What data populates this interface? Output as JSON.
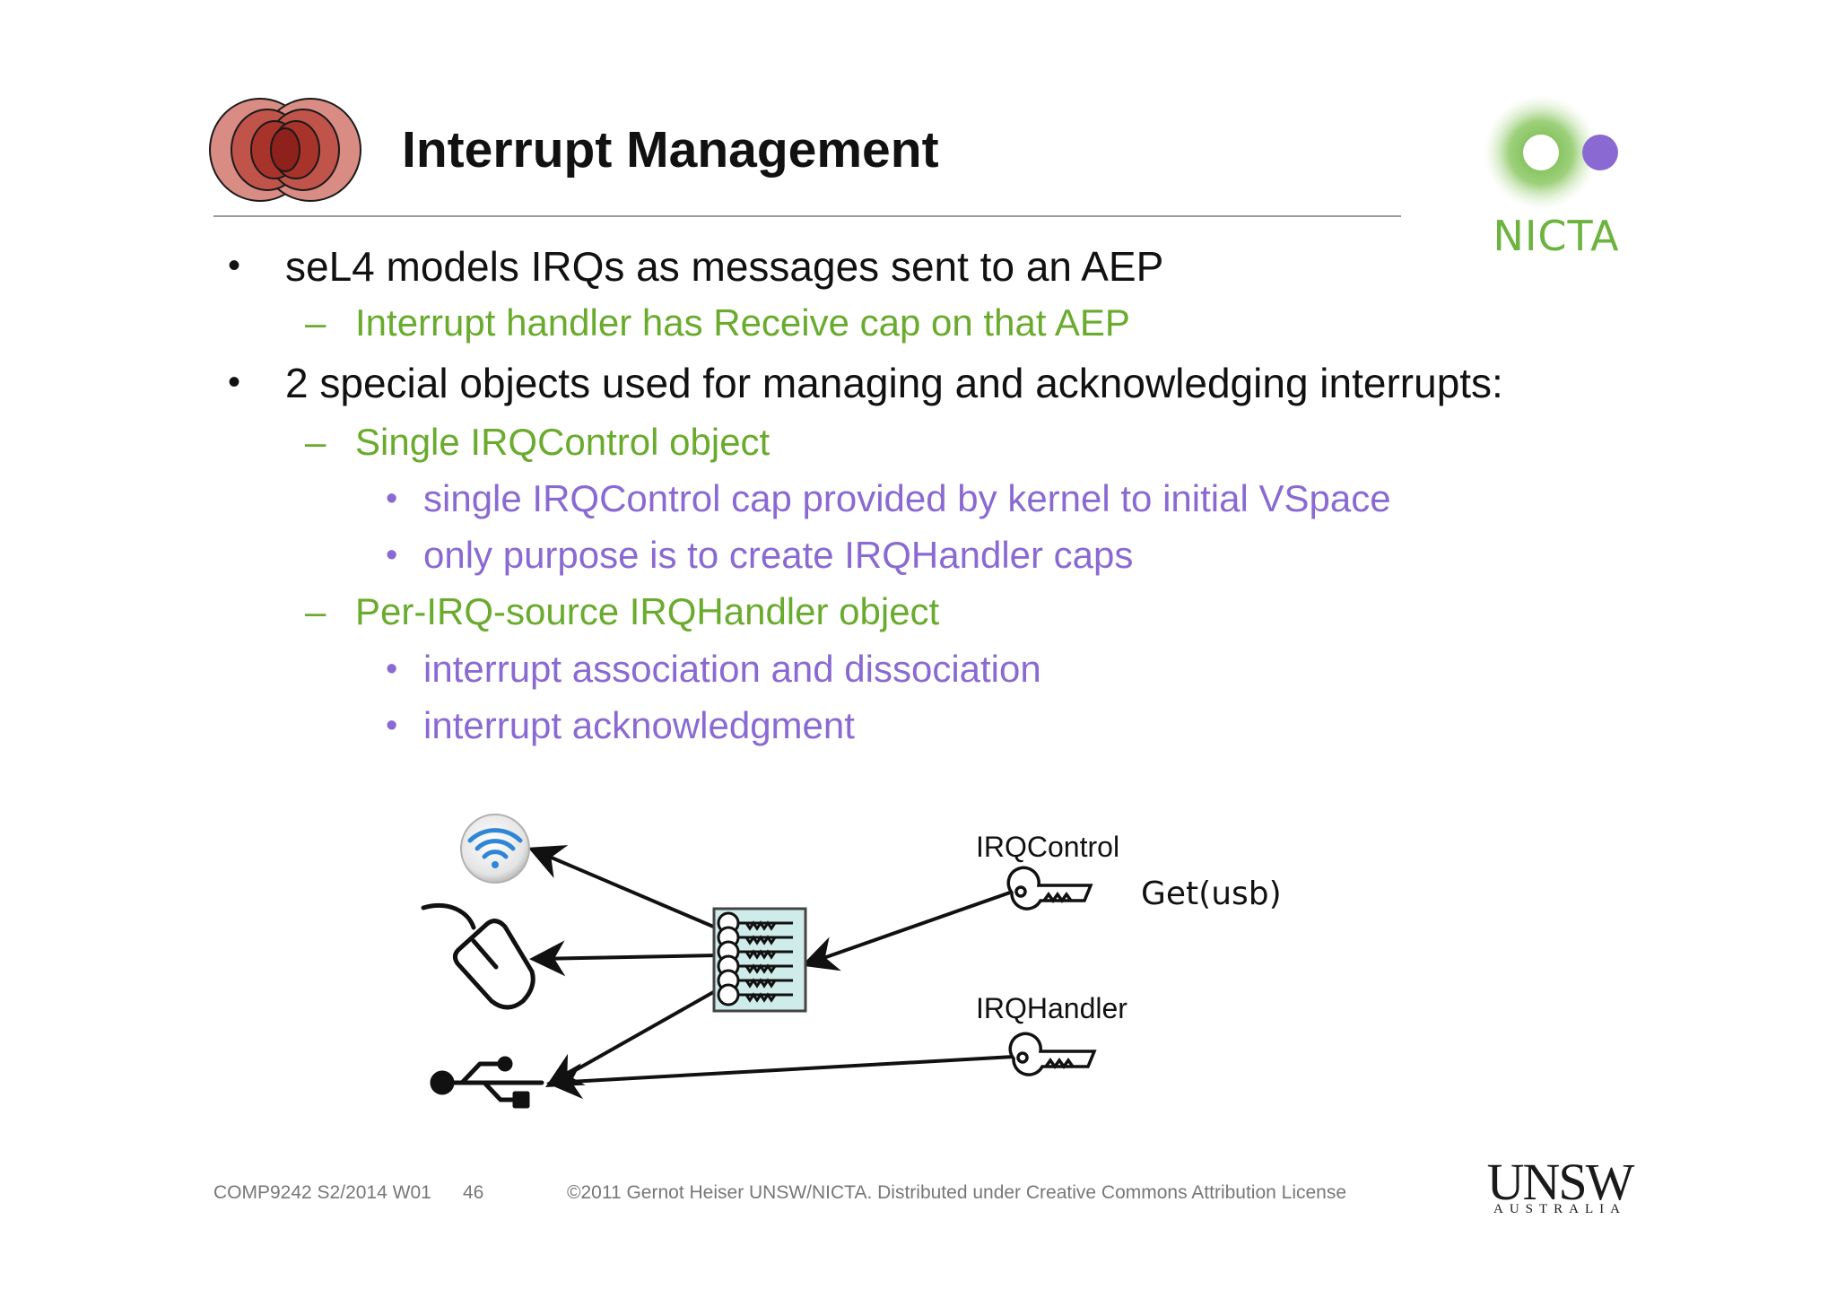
{
  "slide": {
    "title": "Interrupt Management",
    "logos": {
      "top_left": "sel4-rings-logo",
      "top_right_text": "NICTA",
      "bottom_right_text": "UNSW",
      "bottom_right_subtext": "AUSTRALIA"
    },
    "bullets": [
      {
        "level": 1,
        "marker": "•",
        "text": "seL4 models IRQs as messages sent to an AEP"
      },
      {
        "level": 2,
        "marker": "–",
        "text": "Interrupt handler has Receive cap on that AEP"
      },
      {
        "level": 1,
        "marker": "•",
        "text": "2 special objects used for managing and acknowledging interrupts:"
      },
      {
        "level": 2,
        "marker": "–",
        "text": "Single IRQControl object"
      },
      {
        "level": 3,
        "marker": "•",
        "text": "single IRQControl cap provided by kernel to initial VSpace"
      },
      {
        "level": 3,
        "marker": "•",
        "text": "only purpose is to create IRQHandler caps"
      },
      {
        "level": 2,
        "marker": "–",
        "text": "Per-IRQ-source IRQHandler object"
      },
      {
        "level": 3,
        "marker": "•",
        "text": "interrupt association and dissociation"
      },
      {
        "level": 3,
        "marker": "•",
        "text": "interrupt acknowledgment"
      }
    ],
    "diagram": {
      "labels": {
        "irq_control": "IRQControl",
        "get_call": "Get(usb)",
        "irq_handler": "IRQHandler"
      },
      "icons": [
        "wifi-icon",
        "mouse-icon",
        "usb-icon",
        "key-ring-icon",
        "key-icon"
      ]
    },
    "footer": {
      "course": "COMP9242 S2/2014 W01",
      "page": "46",
      "copyright": "©2011 Gernot Heiser UNSW/NICTA. Distributed under Creative Commons Attribution License"
    },
    "colors": {
      "level1": "#111111",
      "level2": "#6aab2e",
      "level3": "#8a6ad2",
      "nicta_green": "#6db33f",
      "nicta_purple": "#8a6ad2",
      "sel4_red": "#a8332a"
    }
  }
}
